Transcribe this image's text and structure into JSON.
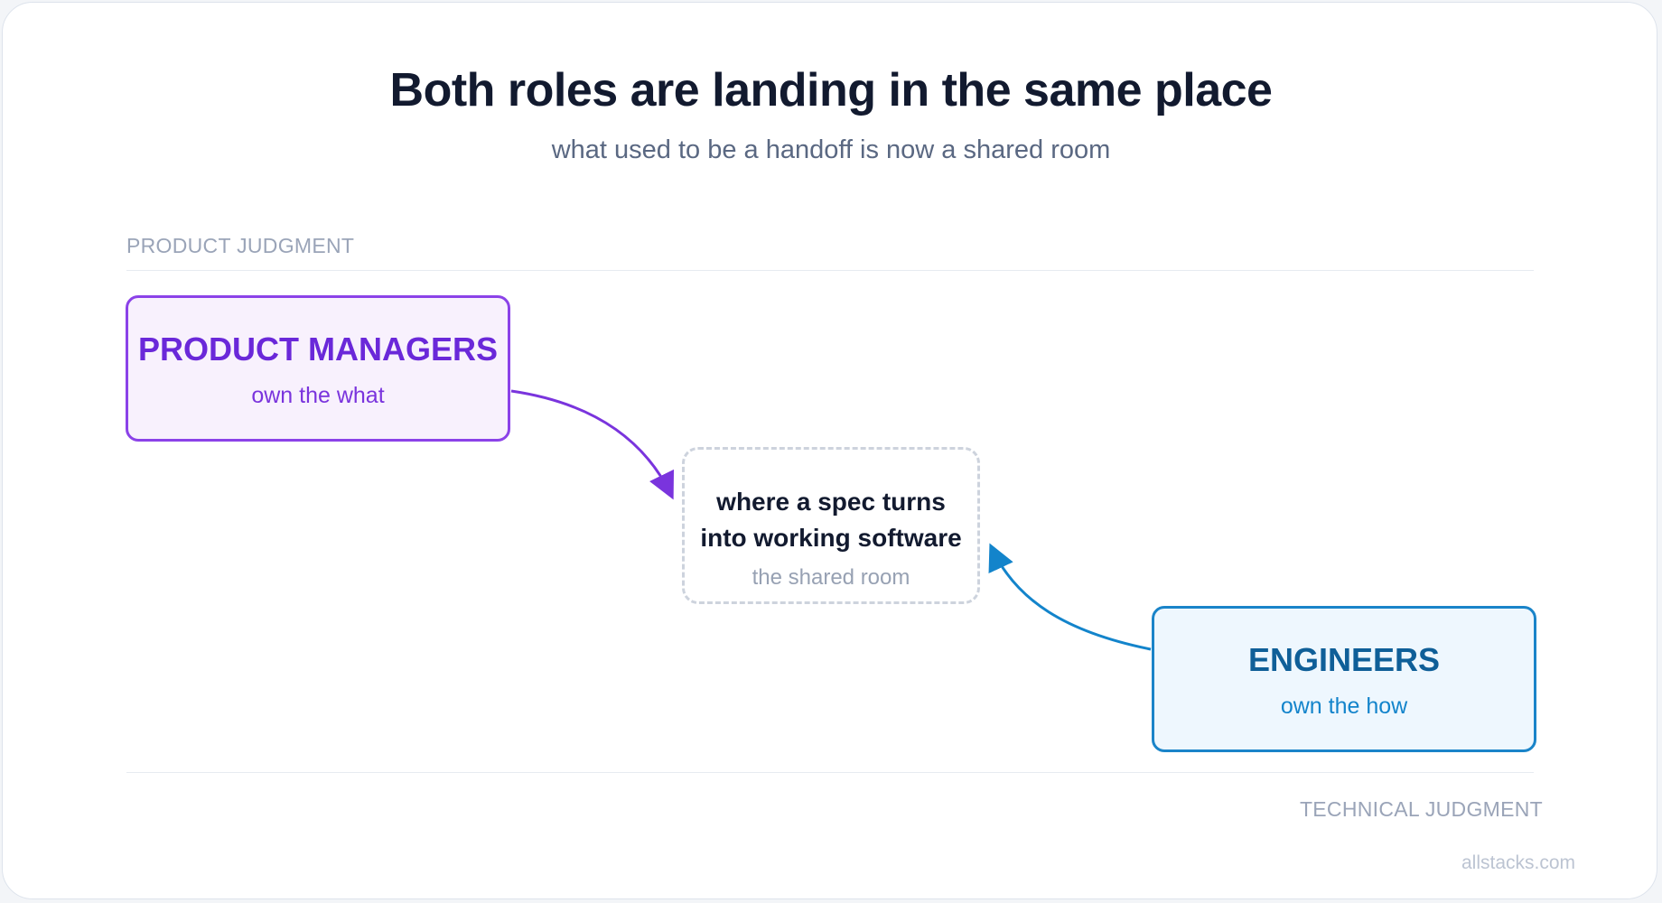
{
  "title": "Both roles are landing in the same place",
  "subtitle": "what used to be a handoff is now a shared room",
  "axes": {
    "top": "PRODUCT JUDGMENT",
    "bottom": "TECHNICAL JUDGMENT"
  },
  "nodes": {
    "product_managers": {
      "title": "PRODUCT MANAGERS",
      "subtitle": "own the what",
      "color": "#8b42e8"
    },
    "engineers": {
      "title": "ENGINEERS",
      "subtitle": "own the how",
      "color": "#1a84c9"
    },
    "shared_room": {
      "line1": "where a spec turns",
      "line2": "into working software",
      "subtitle": "the shared room"
    }
  },
  "footer": "allstacks.com"
}
